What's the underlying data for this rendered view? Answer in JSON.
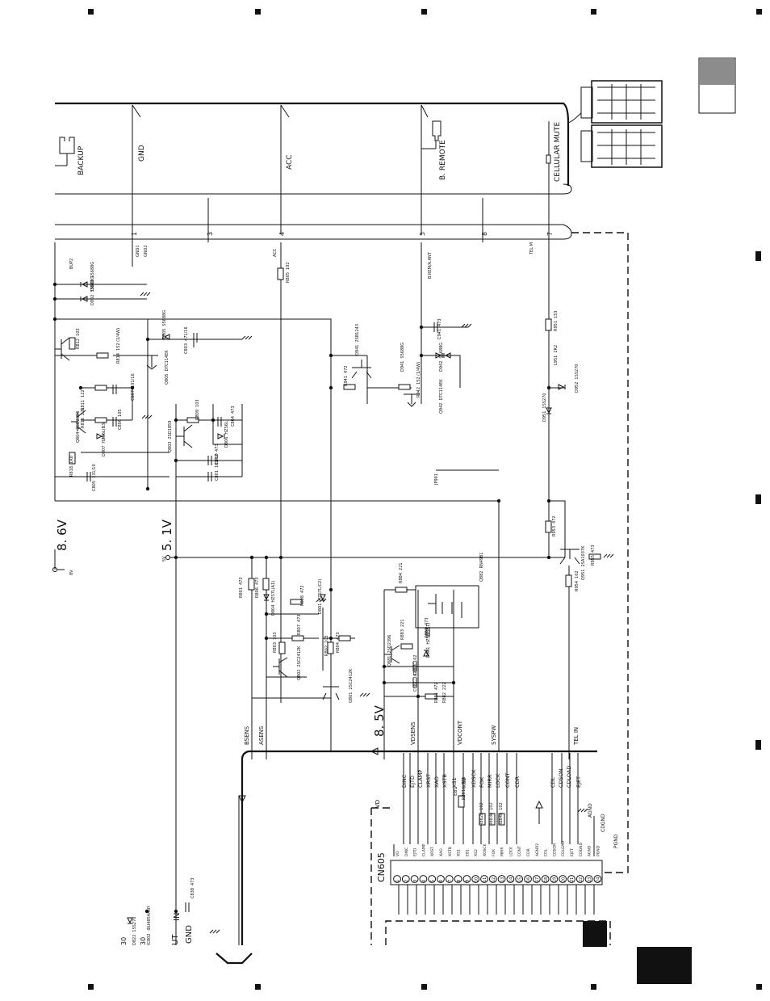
{
  "connector_labels": [
    {
      "id": "backup",
      "text": "BACKUP"
    },
    {
      "id": "gnd",
      "text": "GND"
    },
    {
      "id": "acc",
      "text": "ACC"
    },
    {
      "id": "b_remote",
      "text": "B. REMOTE"
    },
    {
      "id": "cellular",
      "text": "CELLULAR MUTE"
    }
  ],
  "pin_numbers": [
    "1",
    "3",
    "4",
    "5",
    "8",
    "7"
  ],
  "rails": {
    "v86": "8. 6V",
    "v51": "5. 1V",
    "v85": "8. 5V"
  },
  "connector": {
    "name": "CN605",
    "pins": [
      "1",
      "2",
      "3",
      "4",
      "5",
      "6",
      "7",
      "8",
      "9",
      "10",
      "11",
      "12",
      "13",
      "14",
      "15",
      "16",
      "17",
      "18",
      "19",
      "20",
      "21",
      "22",
      "23",
      "24"
    ],
    "signals": [
      "VD",
      "DINC",
      "EJTD",
      "CLAMP",
      "XRST",
      "XAO",
      "XSTB",
      "XS1",
      "E81",
      "XS2",
      "XDSCK",
      "FOK",
      "MIRR",
      "LOCK",
      "CONT",
      "CDR",
      "AGND2",
      "CDL",
      "CDSON",
      "CDLOAD",
      "EJET",
      "CDGND",
      "AGND",
      "PGND"
    ]
  },
  "bus_signals": [
    "DINC",
    "EJTD",
    "CLAMP",
    "XRST",
    "XAO",
    "XSTB",
    "XS1",
    "XS2",
    "XDSCK",
    "FOK",
    "MIRR",
    "LOCK",
    "CONT",
    "CDR",
    "CDL",
    "CDSON",
    "CDLOAD",
    "EJET"
  ],
  "bus_labels": {
    "vd": "VD",
    "e81": "E81",
    "agnd": "AGND",
    "cdgnd": "CDGND",
    "pgnd": "PGND"
  },
  "net_labels": [
    "BSENS",
    "ASENS",
    "VDSENS",
    "VDCONT",
    "SYSPW",
    "TEL IN"
  ],
  "components": [
    {
      "ref": "R812",
      "val": "103"
    },
    {
      "ref": "R814",
      "val": "152 (1/4W)"
    },
    {
      "ref": "Q805",
      "val": "DTC114EK"
    },
    {
      "ref": "D805",
      "val": "S5688G"
    },
    {
      "ref": "C803",
      "val": "471/16"
    },
    {
      "ref": "R811",
      "val": "122"
    },
    {
      "ref": "C807",
      "val": "101/16"
    },
    {
      "ref": "R816",
      "val": "221"
    },
    {
      "ref": "C806",
      "val": "105"
    },
    {
      "ref": "Q804",
      "val": "2SD2396"
    },
    {
      "ref": "D807",
      "val": "HZS6L(B3)"
    },
    {
      "ref": "R818",
      "val": "1R0"
    },
    {
      "ref": "C805",
      "val": "331/10"
    },
    {
      "ref": "Q803",
      "val": "2SD1859"
    },
    {
      "ref": "R809",
      "val": "103"
    },
    {
      "ref": "C804",
      "val": "473"
    },
    {
      "ref": "D806",
      "val": "HZS6L"
    },
    {
      "ref": "C802",
      "val": "473"
    },
    {
      "ref": "C801",
      "val": "101/10"
    },
    {
      "ref": "D802",
      "val": "S5688G"
    },
    {
      "ref": "D803",
      "val": "S5688G"
    },
    {
      "ref": "R805",
      "val": "102"
    },
    {
      "ref": "Q941",
      "val": "2SB1243"
    },
    {
      "ref": "R941",
      "val": "472"
    },
    {
      "ref": "R942",
      "val": "152 (1/4W)"
    },
    {
      "ref": "D941",
      "val": "S5688G"
    },
    {
      "ref": "D942",
      "val": "S5688G"
    },
    {
      "ref": "C941",
      "val": "473"
    },
    {
      "ref": "Q942",
      "val": "DTC114EK"
    },
    {
      "ref": "JP901",
      "val": ""
    },
    {
      "ref": "R951",
      "val": "153"
    },
    {
      "ref": "L951",
      "val": "2R2"
    },
    {
      "ref": "D952",
      "val": "1SS270"
    },
    {
      "ref": "D951",
      "val": "1SS270"
    },
    {
      "ref": "R953",
      "val": "472"
    },
    {
      "ref": "Q951",
      "val": "2SA1037K"
    },
    {
      "ref": "R954",
      "val": "102"
    },
    {
      "ref": "R955",
      "val": "473"
    },
    {
      "ref": "R801",
      "val": "473"
    },
    {
      "ref": "R806",
      "val": "473"
    },
    {
      "ref": "D804",
      "val": "HZS7L(A1)"
    },
    {
      "ref": "R808",
      "val": "472"
    },
    {
      "ref": "R803",
      "val": "103"
    },
    {
      "ref": "R807",
      "val": "473"
    },
    {
      "ref": "Q802",
      "val": "2SC2412K"
    },
    {
      "ref": "D801",
      "val": "HZS7L(C2)"
    },
    {
      "ref": "R802",
      "val": "103"
    },
    {
      "ref": "R804",
      "val": "473"
    },
    {
      "ref": "Q801",
      "val": "2SC2412K"
    },
    {
      "ref": "Q882",
      "val": "RN4981"
    },
    {
      "ref": "R884",
      "val": "221"
    },
    {
      "ref": "Q881",
      "val": "2SD2396"
    },
    {
      "ref": "R883",
      "val": "221"
    },
    {
      "ref": "C883",
      "val": "473"
    },
    {
      "ref": "D881",
      "val": "HZS6L(B1)"
    },
    {
      "ref": "C882",
      "val": "102"
    },
    {
      "ref": "C881",
      "val": "101/10"
    },
    {
      "ref": "R881",
      "val": "472"
    },
    {
      "ref": "R882",
      "val": "222"
    },
    {
      "ref": "R881b",
      "val": "E81"
    },
    {
      "ref": "R882b",
      "val": "102"
    },
    {
      "ref": "R883b",
      "val": "102"
    },
    {
      "ref": "R884b",
      "val": "102"
    },
    {
      "ref": "IC802",
      "val": "-BU4854ANY"
    },
    {
      "ref": "D822",
      "val": "1SS270"
    },
    {
      "ref": "C838",
      "val": "473"
    }
  ],
  "misc_labels": {
    "bup2": "BUP2",
    "gnd1": "GND1",
    "gnd2": "GND2",
    "acc": "ACC",
    "bremant": "B.REM/A.ANT",
    "telm": "TEL M",
    "v8": "8V",
    "v5": "5V",
    "in": "IN",
    "gnd": "GND",
    "ut": "UT",
    "n30a": "30",
    "n30b": "30"
  }
}
